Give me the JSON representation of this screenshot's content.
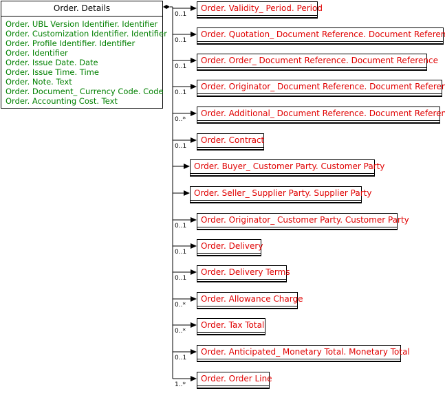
{
  "main": {
    "title": "Order. Details",
    "attributes": [
      "Order. UBL Version Identifier. Identifier",
      "Order. Customization Identifier. Identifier",
      "Order. Profile Identifier. Identifier",
      "Order. Identifier",
      "Order. Issue Date. Date",
      "Order. Issue Time. Time",
      "Order. Note. Text",
      "Order. Document_ Currency Code. Code",
      "Order. Accounting Cost. Text"
    ]
  },
  "associations": [
    {
      "name": "Order. Validity_ Period. Period",
      "multiplicity": "0..1"
    },
    {
      "name": "Order. Quotation_ Document Reference. Document Reference",
      "multiplicity": "0..1"
    },
    {
      "name": "Order. Order_ Document Reference. Document Reference",
      "multiplicity": "0..1"
    },
    {
      "name": "Order. Originator_ Document Reference. Document Reference",
      "multiplicity": "0..1"
    },
    {
      "name": "Order. Additional_ Document Reference. Document Reference",
      "multiplicity": "0..*"
    },
    {
      "name": "Order. Contract",
      "multiplicity": "0..1"
    },
    {
      "name": "Order. Buyer_ Customer Party. Customer Party",
      "multiplicity": ""
    },
    {
      "name": "Order. Seller_ Supplier Party. Supplier Party",
      "multiplicity": ""
    },
    {
      "name": "Order. Originator_ Customer Party. Customer Party",
      "multiplicity": "0..1"
    },
    {
      "name": "Order. Delivery",
      "multiplicity": "0..1"
    },
    {
      "name": "Order. Delivery Terms",
      "multiplicity": "0..1"
    },
    {
      "name": "Order. Allowance Charge",
      "multiplicity": "0..*"
    },
    {
      "name": "Order. Tax Total",
      "multiplicity": "0..*"
    },
    {
      "name": "Order. Anticipated_ Monetary Total. Monetary Total",
      "multiplicity": "0..1"
    },
    {
      "name": "Order. Order Line",
      "multiplicity": "1..*"
    }
  ],
  "colors": {
    "attribute": "#008000",
    "class_name": "#e00000",
    "line": "#000000"
  }
}
